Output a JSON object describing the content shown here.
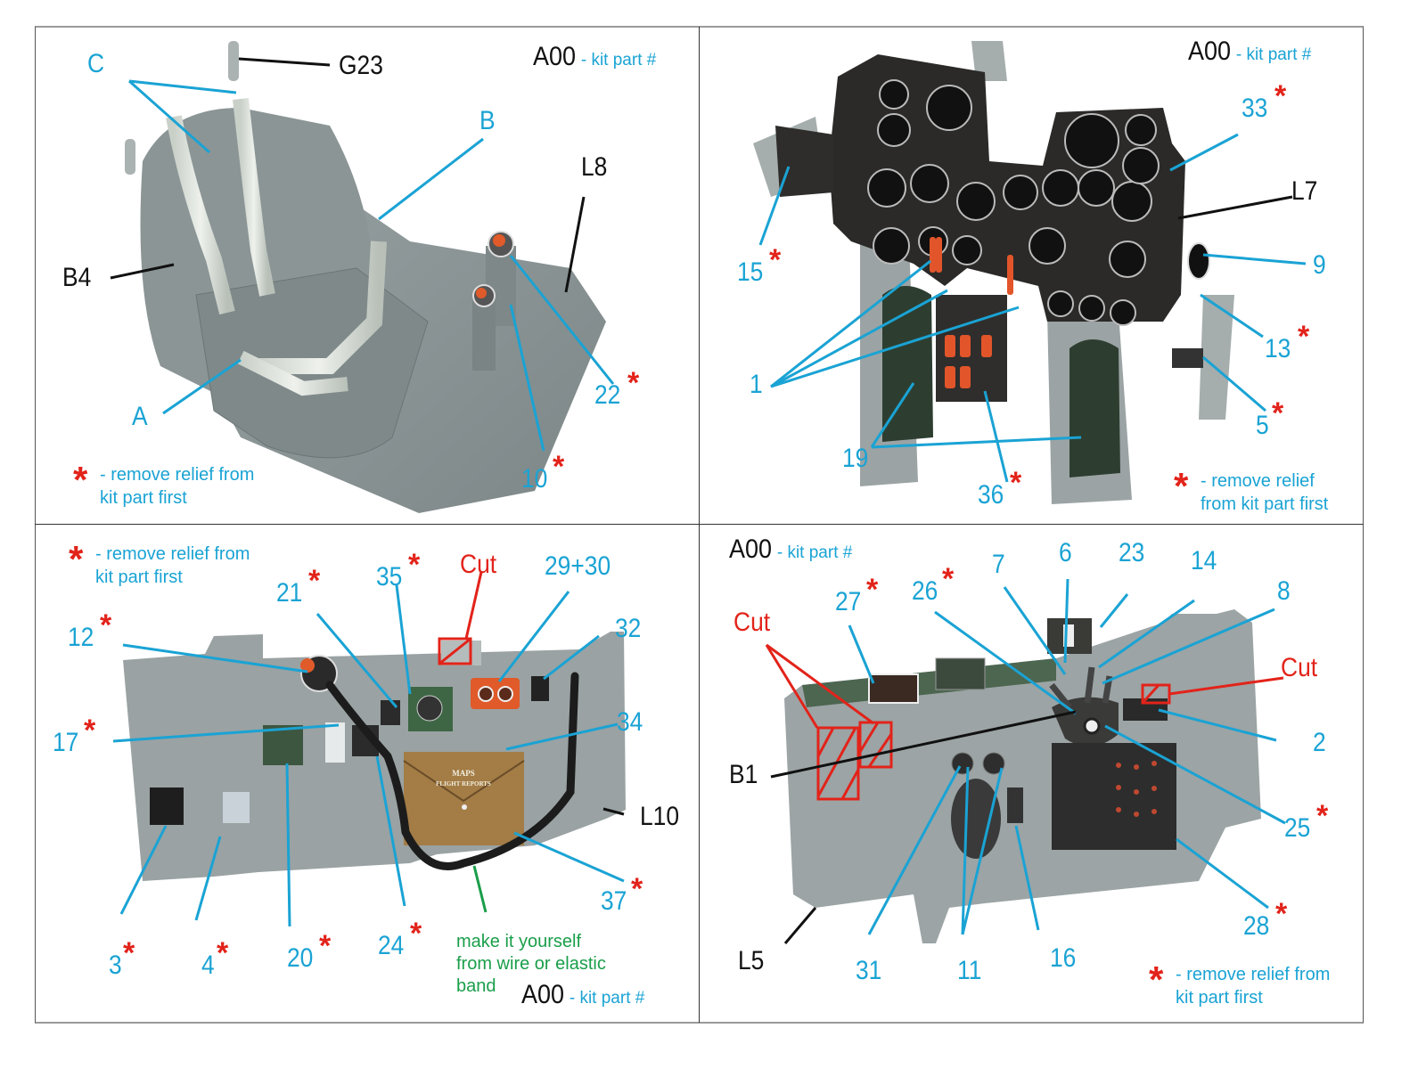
{
  "document": {
    "type": "assembly instruction sheet",
    "accent_colors": {
      "part_label": "#1aa3d4",
      "kit_part": "#111111",
      "cut": "#e2231a",
      "diy_note": "#1a9e4a"
    },
    "legend": {
      "kit_part_code": "A00",
      "kit_part_desc": "- kit part #",
      "relief_note_line1": "- remove relief from",
      "relief_note_line2": "kit part first",
      "relief_note_short_line1": "- remove relief",
      "relief_note_short_line2": "from kit part first",
      "asterisk": "*"
    }
  },
  "panels": [
    {
      "id": "seat",
      "title_code": "A00",
      "title_desc": "- kit part #",
      "kit_parts": [
        "G23",
        "B4",
        "L8"
      ],
      "parts": [
        {
          "label": "C",
          "relief": false
        },
        {
          "label": "B",
          "relief": false
        },
        {
          "label": "A",
          "relief": false
        },
        {
          "label": "22",
          "relief": true
        },
        {
          "label": "10",
          "relief": true
        }
      ],
      "note": [
        "- remove relief from",
        "kit part first"
      ]
    },
    {
      "id": "instrument-panel",
      "title_code": "A00",
      "title_desc": "- kit part #",
      "kit_parts": [
        "L7"
      ],
      "parts": [
        {
          "label": "33",
          "relief": true
        },
        {
          "label": "15",
          "relief": true
        },
        {
          "label": "9",
          "relief": false
        },
        {
          "label": "13",
          "relief": true
        },
        {
          "label": "1",
          "relief": false
        },
        {
          "label": "5",
          "relief": true
        },
        {
          "label": "19",
          "relief": false
        },
        {
          "label": "36",
          "relief": true
        }
      ],
      "note": [
        "- remove relief",
        "from kit part first"
      ]
    },
    {
      "id": "left-side-wall",
      "title_code": "A00",
      "title_desc": "- kit part #",
      "kit_parts": [
        "L10"
      ],
      "cut_label": "Cut",
      "parts": [
        {
          "label": "12",
          "relief": true
        },
        {
          "label": "21",
          "relief": true
        },
        {
          "label": "35",
          "relief": true
        },
        {
          "label": "29+30",
          "relief": false
        },
        {
          "label": "32",
          "relief": false
        },
        {
          "label": "17",
          "relief": true
        },
        {
          "label": "34",
          "relief": false
        },
        {
          "label": "37",
          "relief": true
        },
        {
          "label": "3",
          "relief": true
        },
        {
          "label": "4",
          "relief": true
        },
        {
          "label": "20",
          "relief": true
        },
        {
          "label": "24",
          "relief": true
        }
      ],
      "diy_note": [
        "make it yourself",
        "from wire or elastic",
        "band"
      ],
      "map_case_text": [
        "MAPS",
        "FLIGHT REPORTS"
      ],
      "note": [
        "- remove relief from",
        "kit part first"
      ]
    },
    {
      "id": "right-side-wall",
      "title_code": "A00",
      "title_desc": "- kit part #",
      "kit_parts": [
        "B1",
        "L5"
      ],
      "cut_label": "Cut",
      "parts": [
        {
          "label": "27",
          "relief": true
        },
        {
          "label": "26",
          "relief": true
        },
        {
          "label": "7",
          "relief": false
        },
        {
          "label": "6",
          "relief": false
        },
        {
          "label": "23",
          "relief": false
        },
        {
          "label": "14",
          "relief": false
        },
        {
          "label": "8",
          "relief": false
        },
        {
          "label": "2",
          "relief": false
        },
        {
          "label": "25",
          "relief": true
        },
        {
          "label": "28",
          "relief": true
        },
        {
          "label": "31",
          "relief": false
        },
        {
          "label": "11",
          "relief": false
        },
        {
          "label": "16",
          "relief": false
        }
      ],
      "note": [
        "- remove relief from",
        "kit part first"
      ]
    }
  ]
}
